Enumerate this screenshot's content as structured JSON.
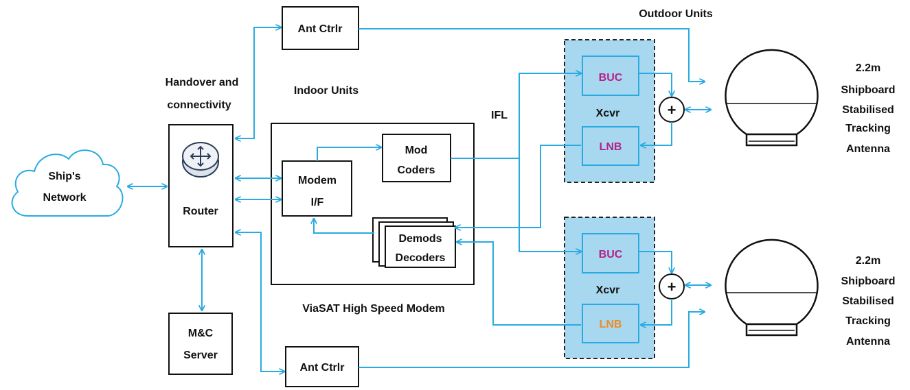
{
  "labels": {
    "ships_network_1": "Ship's",
    "ships_network_2": "Network",
    "router": "Router",
    "handover_1": "Handover and",
    "handover_2": "connectivity",
    "indoor_units": "Indoor Units",
    "outdoor_units": "Outdoor Units",
    "ifl": "IFL",
    "ant_ctrl_top": "Ant Ctrlr",
    "ant_ctrl_bottom": "Ant Ctrlr",
    "modem_if_1": "Modem",
    "modem_if_2": "I/F",
    "mod_coders_1": "Mod",
    "mod_coders_2": "Coders",
    "demods_1": "Demods",
    "demods_2": "Decoders",
    "viasat": "ViaSAT High Speed Modem",
    "mc_server_1": "M&C",
    "mc_server_2": "Server",
    "buc_top": "BUC",
    "lnb_top": "LNB",
    "xcvr_top": "Xcvr",
    "buc_bottom": "BUC",
    "lnb_bottom": "LNB",
    "xcvr_bottom": "Xcvr",
    "combiner_symbol": "+",
    "antenna_top": [
      "2.2m",
      "Shipboard",
      "Stabilised",
      "Tracking",
      "Antenna"
    ],
    "antenna_bottom": [
      "2.2m",
      "Shipboard",
      "Stabilised",
      "Tracking",
      "Antenna"
    ]
  },
  "colors": {
    "link": "#29abe2",
    "xcvr_fill": "#a8d8f0",
    "buc_text": "#b5208a",
    "lnb_top_text": "#b5208a",
    "lnb_bottom_text": "#f08a24",
    "outline": "#111111"
  },
  "icons": {
    "router": "router-icon",
    "network": "cloud-icon",
    "antenna": "dish-antenna-icon",
    "combiner": "plus-circle-icon"
  }
}
